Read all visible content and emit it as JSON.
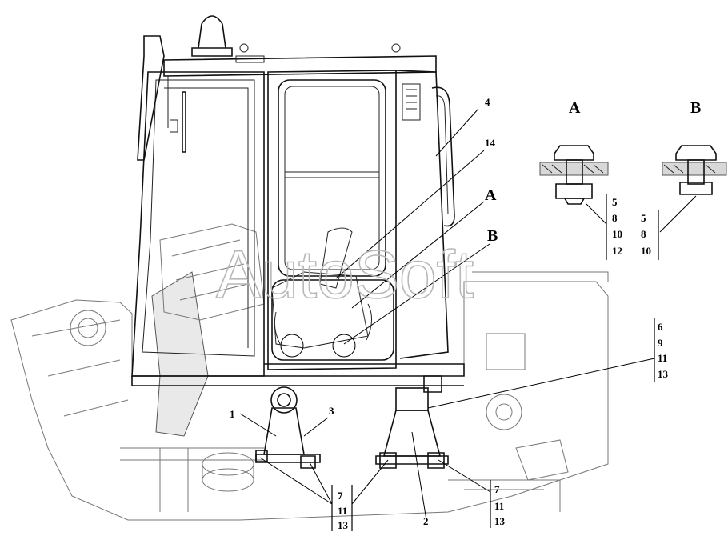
{
  "watermark": "AutoSoft",
  "view_labels": {
    "view_a": "A",
    "view_b": "B",
    "callout_a": "A",
    "callout_b": "B"
  },
  "positions": {
    "p1": "1",
    "p2": "2",
    "p3": "3",
    "p4": "4",
    "p14": "14"
  },
  "detail_a_list": [
    "5",
    "8",
    "10",
    "12"
  ],
  "detail_b_list": [
    "5",
    "8",
    "10"
  ],
  "right_list": [
    "6",
    "9",
    "11",
    "13"
  ],
  "bottom_left_list": [
    "7",
    "11",
    "13"
  ],
  "bottom_right_list": [
    "7",
    "11",
    "13"
  ]
}
